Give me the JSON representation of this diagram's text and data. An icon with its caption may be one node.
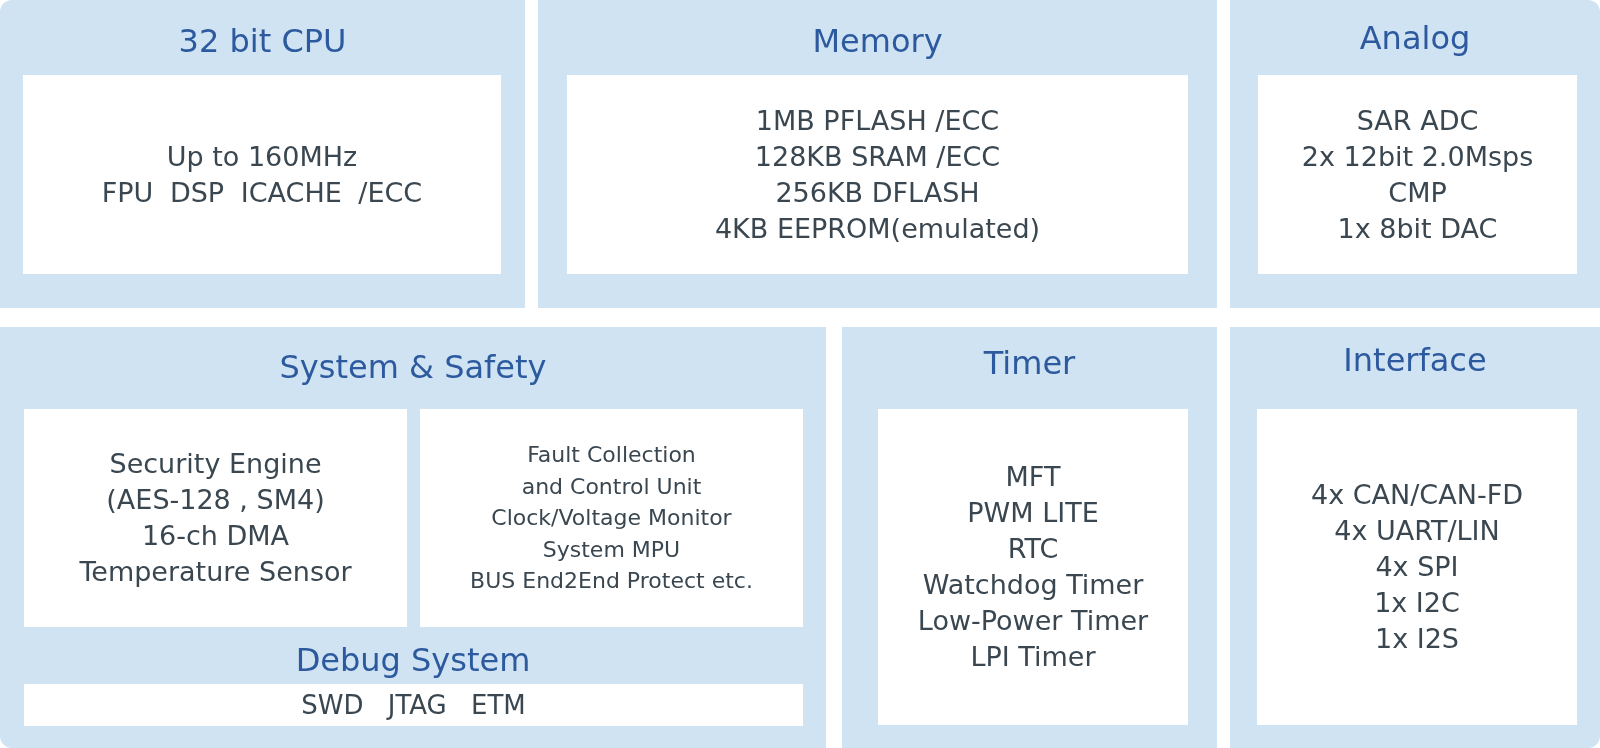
{
  "diagram": {
    "nodes": [
      {
        "text": [
          "32 bit CPU"
        ]
      },
      {
        "text": [
          "Up to 160MHz",
          "FPU DSP ICACHE /ECC"
        ],
        "in": 0
      },
      {
        "text": [
          "Memory"
        ]
      },
      {
        "text": [
          "1MB PFLASH /ECC",
          "128KB SRAM /ECC",
          "256KB DFLASH",
          "4KB EEPROM(emulated)"
        ],
        "in": 2
      },
      {
        "text": [
          "Analog"
        ]
      },
      {
        "text": [
          "SAR ADC",
          "2x 12bit 2.0Msps",
          "CMP",
          "1x 8bit DAC"
        ],
        "in": 4
      },
      {
        "text": [
          "System & Safety",
          "Debug System"
        ]
      },
      {
        "text": [
          "Security Engine (AES-128 , SM4)",
          "16-ch DMA",
          "Temperature Sensor"
        ],
        "in": 6
      },
      {
        "text": [
          "Fault Collection and Control Unit",
          "Clock/Voltage Monitor",
          "System MPU",
          "BUS End2End Protect etc."
        ],
        "in": 6
      },
      {
        "text": [
          "SWD JTAG ETM"
        ],
        "in": 6
      },
      {
        "text": [
          "Timer"
        ]
      },
      {
        "text": [
          "MFT",
          "PWM LITE",
          "RTC",
          "Watchdog Timer",
          "Low-Power Timer",
          "LPI Timer"
        ],
        "in": 10
      },
      {
        "text": [
          "Interface"
        ]
      },
      {
        "text": [
          "4x CAN/CAN-FD",
          "4x UART/LIN",
          "4x SPI",
          "1x I2C",
          "1x I2S"
        ],
        "in": 12
      }
    ]
  }
}
